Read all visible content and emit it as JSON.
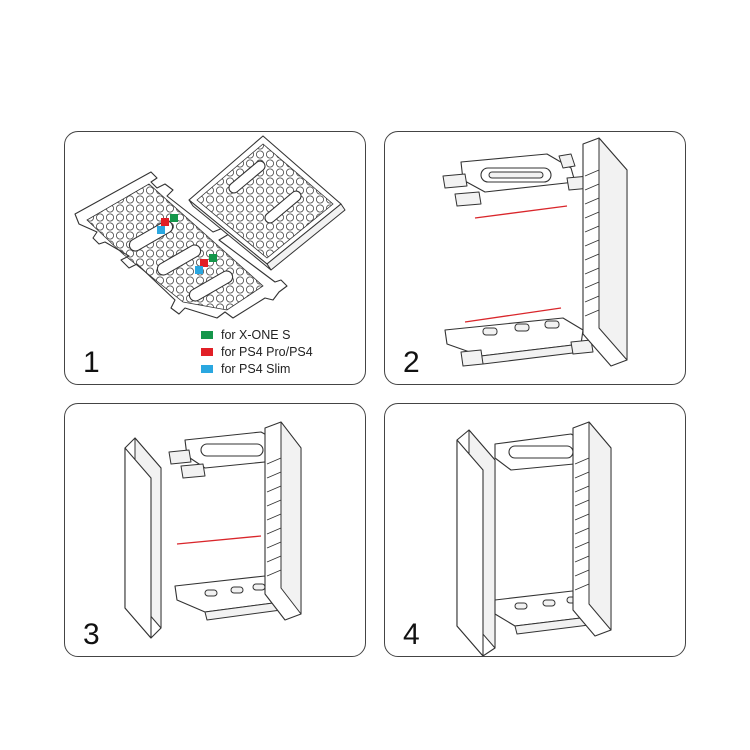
{
  "steps": {
    "step1": "1",
    "step2": "2",
    "step3": "3",
    "step4": "4"
  },
  "legend": [
    {
      "label": "for X-ONE S",
      "color": "#14964a"
    },
    {
      "label": "for PS4 Pro/PS4",
      "color": "#e11f26"
    },
    {
      "label": "for PS4 Slim",
      "color": "#2aa7e0"
    }
  ],
  "colors": {
    "guide_line": "#d9262b",
    "outline": "#333333"
  }
}
